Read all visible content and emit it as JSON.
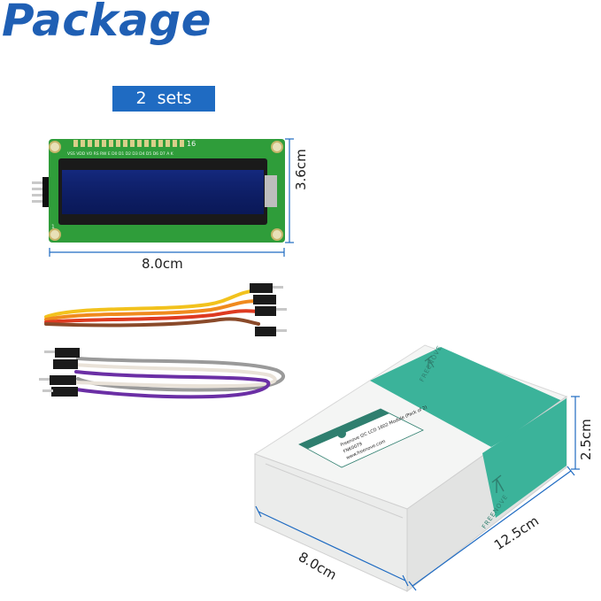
{
  "title": "Package",
  "sets_label": "2  sets",
  "lcd": {
    "width_label": "8.0cm",
    "height_label": "3.6cm",
    "pin_labels": "VSS VDD VO RS RW E D0 D1 D2 D3 D4 D5 D6 D7 A K",
    "pin_number": "16",
    "pin_one": "1"
  },
  "box": {
    "length_label": "12.5cm",
    "width_label": "8.0cm",
    "height_label": "2.5cm",
    "brand": "FREENOVE",
    "label_lines": [
      "Freenove I2C LCD 1602 Module (Pack of 2)",
      "FNK0079",
      "www.freenove.com"
    ]
  },
  "colors": {
    "title": "#1f5fb4",
    "sets_bg": "#1f6bc2",
    "pcb": "#2f9d3a",
    "screen": "#0c1f6b",
    "box_green": "#3bb39a",
    "dimension_line": "#1f6bc2"
  }
}
